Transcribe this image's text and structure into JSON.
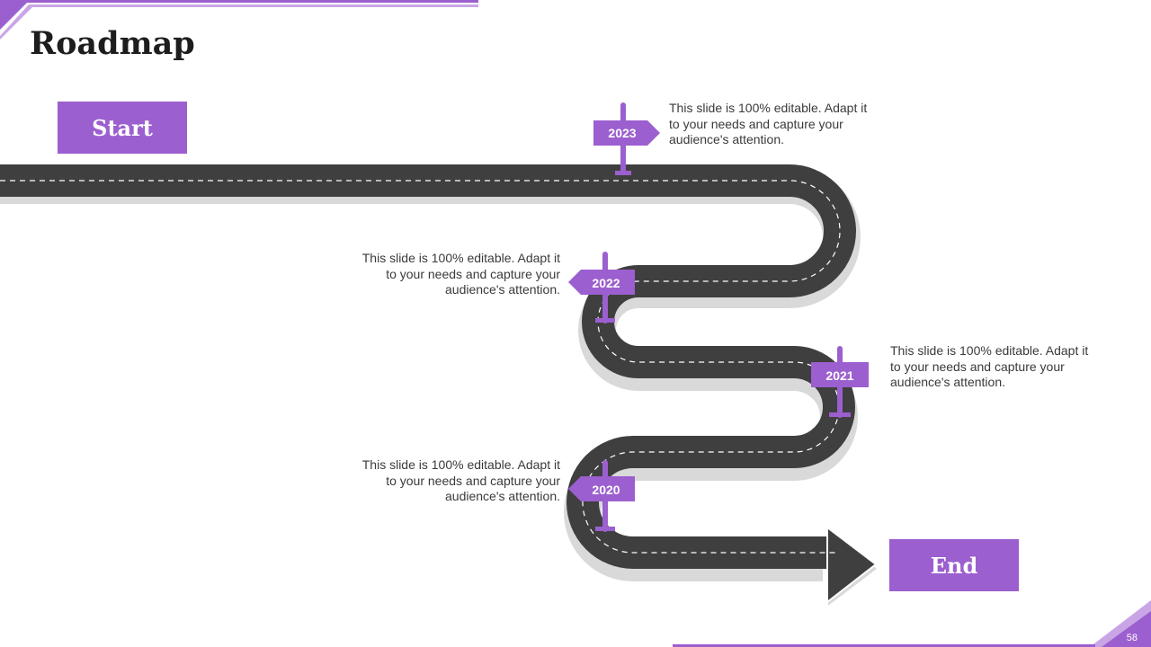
{
  "slide": {
    "title": "Roadmap",
    "start_label": "Start",
    "end_label": "End",
    "page_number": "58"
  },
  "milestones": [
    {
      "year": "2023",
      "text": "This slide is 100% editable. Adapt it to your needs and capture your audience's attention."
    },
    {
      "year": "2022",
      "text": "This slide is 100% editable. Adapt it to your needs and capture your audience's attention."
    },
    {
      "year": "2021",
      "text": "This slide is 100% editable. Adapt it to your needs and capture your audience's attention."
    },
    {
      "year": "2020",
      "text": "This slide is 100% editable. Adapt it to your needs and capture your audience's attention."
    }
  ],
  "colors": {
    "accent": "#9c5fcf",
    "road": "#3f3f3f",
    "road_shadow": "#d9d9d9",
    "lane_marking": "#ffffff"
  }
}
